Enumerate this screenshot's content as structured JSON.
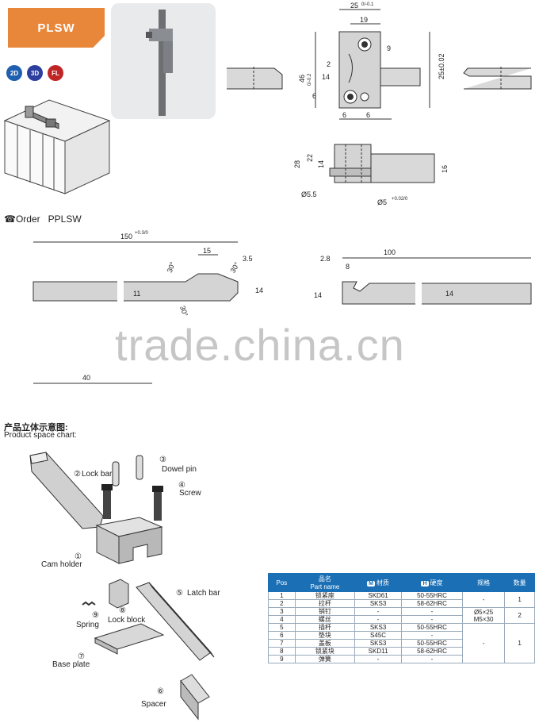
{
  "header": {
    "code": "PLSW"
  },
  "formats": [
    {
      "label": "2D",
      "color": "#1f5fb0"
    },
    {
      "label": "3D",
      "color": "#2d3f9e"
    },
    {
      "label": "FL",
      "color": "#c02525"
    }
  ],
  "dims_top": {
    "w25": "25",
    "w25_tol": "0/-0.1",
    "w19": "19",
    "h9": "9",
    "h46": "46",
    "h46_tol": "0/-0.2",
    "h14": "14",
    "h2": "2",
    "h6": "6",
    "w6a": "6",
    "w6b": "6",
    "h25": "25±0.02"
  },
  "dims_side": {
    "h28": "28",
    "h22": "22",
    "h14": "14",
    "h16": "16",
    "d55": "Ø5.5",
    "d5": "Ø5",
    "d5_tol": "+0.02/0"
  },
  "order": {
    "label": "Order",
    "code": "PPLSW"
  },
  "dims_bar": {
    "l150": "150",
    "l150_tol": "+0.3/0",
    "l15": "15",
    "l35": "3.5",
    "a30a": "30°",
    "a30b": "30°",
    "a30c": "30°",
    "h11": "11",
    "h14a": "14",
    "l40": "40",
    "l100": "100",
    "l28": "2.8",
    "l8": "8",
    "h14b": "14",
    "h14c": "14"
  },
  "watermark": "trade.china.cn",
  "space_chart": {
    "title_cn": "产品立体示意图:",
    "title_en": "Product space chart:",
    "parts": [
      {
        "num": "②",
        "name": "Lock bar"
      },
      {
        "num": "③",
        "name": "Dowel pin"
      },
      {
        "num": "④",
        "name": "Screw"
      },
      {
        "num": "①",
        "name": "Cam holder"
      },
      {
        "num": "⑤",
        "name": "Latch bar"
      },
      {
        "num": "⑨",
        "name": "Spring"
      },
      {
        "num": "⑧",
        "name": "Lock block"
      },
      {
        "num": "⑦",
        "name": "Base plate"
      },
      {
        "num": "⑥",
        "name": "Spacer"
      }
    ]
  },
  "table": {
    "headers": {
      "pos": "Pos",
      "name_cn": "品名",
      "name_en": "Part name",
      "mat_mark": "M",
      "mat": "材质",
      "hard_mark": "H",
      "hard": "硬度",
      "spec": "规格",
      "qty": "数量"
    },
    "rows": [
      {
        "pos": "1",
        "name": "锁紧座",
        "mat": "SKD61",
        "hard": "50-55HRC"
      },
      {
        "pos": "2",
        "name": "拉杆",
        "mat": "SKS3",
        "hard": "58-62HRC"
      },
      {
        "pos": "3",
        "name": "销钉",
        "mat": "-",
        "hard": "-"
      },
      {
        "pos": "4",
        "name": "螺丝",
        "mat": "-",
        "hard": "-"
      },
      {
        "pos": "5",
        "name": "插杆",
        "mat": "SKS3",
        "hard": "50-55HRC"
      },
      {
        "pos": "6",
        "name": "垫块",
        "mat": "S45C",
        "hard": "-"
      },
      {
        "pos": "7",
        "name": "盖板",
        "mat": "SKS3",
        "hard": "50-55HRC"
      },
      {
        "pos": "8",
        "name": "锁紧块",
        "mat": "SKD11",
        "hard": "58-62HRC"
      },
      {
        "pos": "9",
        "name": "弹簧",
        "mat": "-",
        "hard": "-"
      }
    ],
    "spec_a": "-",
    "spec_b1": "Ø5×25",
    "spec_b2": "M5×30",
    "spec_c": "-",
    "qty_a": "1",
    "qty_b": "2",
    "qty_c": "1"
  }
}
